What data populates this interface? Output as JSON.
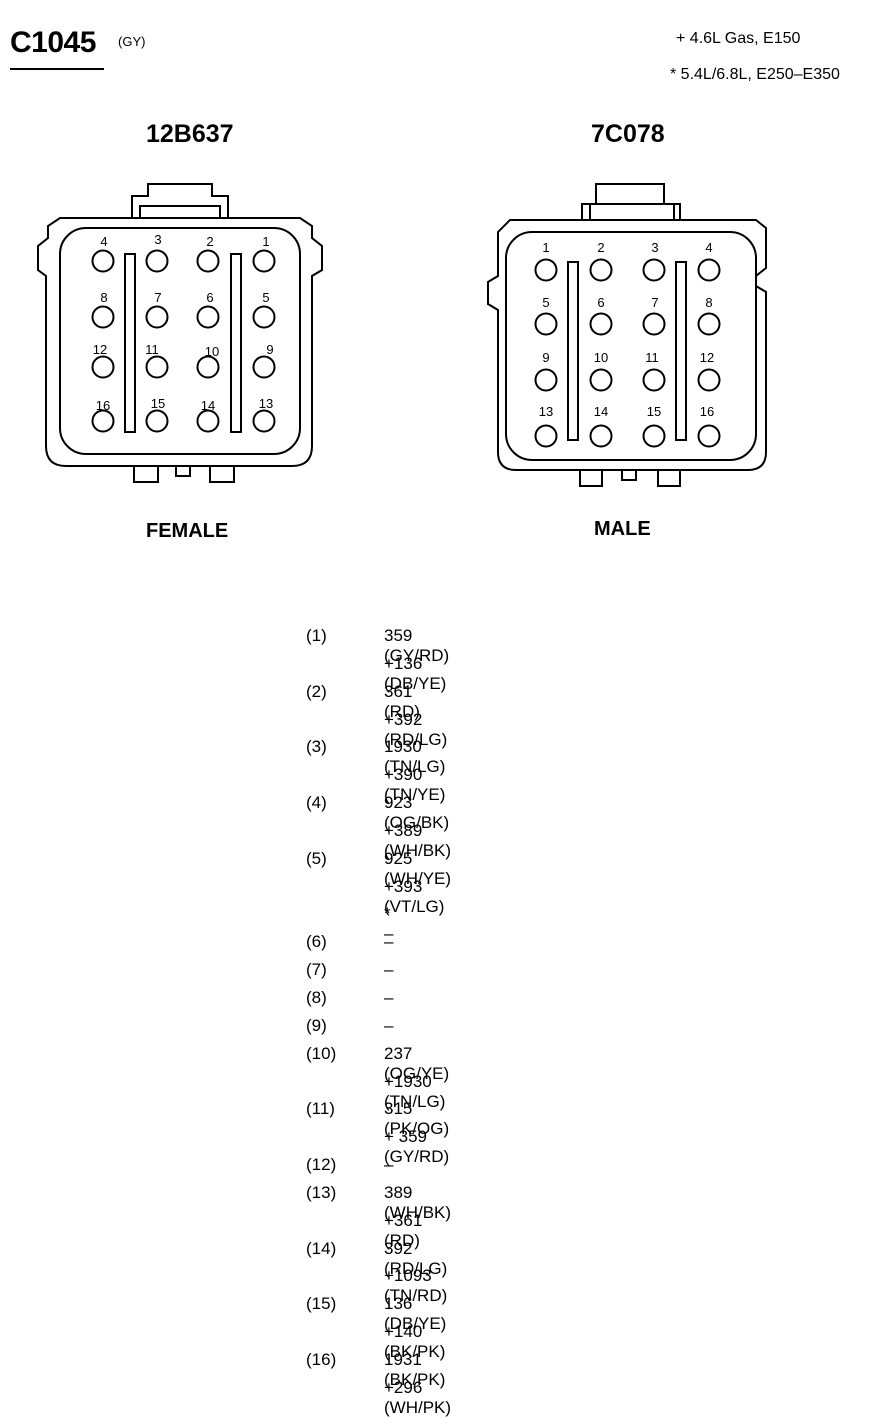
{
  "connector": {
    "id": "C1045",
    "color_code": "(GY)"
  },
  "notes": {
    "plus": "+ 4.6L Gas, E150",
    "star": "* 5.4L/6.8L, E250–E350"
  },
  "female": {
    "part_number": "12B637",
    "label": "FEMALE",
    "pins": [
      "4",
      "3",
      "2",
      "1",
      "8",
      "7",
      "6",
      "5",
      "12",
      "11",
      "10",
      "9",
      "16",
      "15",
      "14",
      "13"
    ]
  },
  "male": {
    "part_number": "7C078",
    "label": "MALE",
    "pins": [
      "1",
      "2",
      "3",
      "4",
      "5",
      "6",
      "7",
      "8",
      "9",
      "10",
      "11",
      "12",
      "13",
      "14",
      "15",
      "16"
    ]
  },
  "pinout": [
    {
      "pin": "(1)",
      "wire": "359 (GY/RD)"
    },
    {
      "pin": "",
      "wire": "+136 (DB/YE)"
    },
    {
      "pin": "(2)",
      "wire": "361 (RD)"
    },
    {
      "pin": "",
      "wire": "+392 (RD/LG)"
    },
    {
      "pin": "(3)",
      "wire": "1930 (TN/LG)"
    },
    {
      "pin": "",
      "wire": "+390 (TN/YE)"
    },
    {
      "pin": "(4)",
      "wire": "923 (OG/BK)"
    },
    {
      "pin": "",
      "wire": "+389 (WH/BK)"
    },
    {
      "pin": "(5)",
      "wire": "925 (WH/YE)"
    },
    {
      "pin": "",
      "wire": "+393 (VT/LG)"
    },
    {
      "pin": "",
      "wire": "* –"
    },
    {
      "pin": "(6)",
      "wire": "–"
    },
    {
      "pin": "(7)",
      "wire": "–"
    },
    {
      "pin": "(8)",
      "wire": "–"
    },
    {
      "pin": "(9)",
      "wire": "–"
    },
    {
      "pin": "(10)",
      "wire": "237 (OG/YE)"
    },
    {
      "pin": "",
      "wire": "+1930 (TN/LG)"
    },
    {
      "pin": "(11)",
      "wire": "315 (PK/OG)"
    },
    {
      "pin": "",
      "wire": "+ 359 (GY/RD)"
    },
    {
      "pin": "(12)",
      "wire": "–"
    },
    {
      "pin": "(13)",
      "wire": "389 (WH/BK)"
    },
    {
      "pin": "",
      "wire": "+361 (RD)"
    },
    {
      "pin": "(14)",
      "wire": "392 (RD/LG)"
    },
    {
      "pin": "",
      "wire": "+1093 (TN/RD)"
    },
    {
      "pin": "(15)",
      "wire": "136 (DB/YE)"
    },
    {
      "pin": "",
      "wire": "+140 (BK/PK)"
    },
    {
      "pin": "(16)",
      "wire": "1931 (BK/PK)"
    },
    {
      "pin": "",
      "wire": "+296 (WH/PK)"
    }
  ]
}
